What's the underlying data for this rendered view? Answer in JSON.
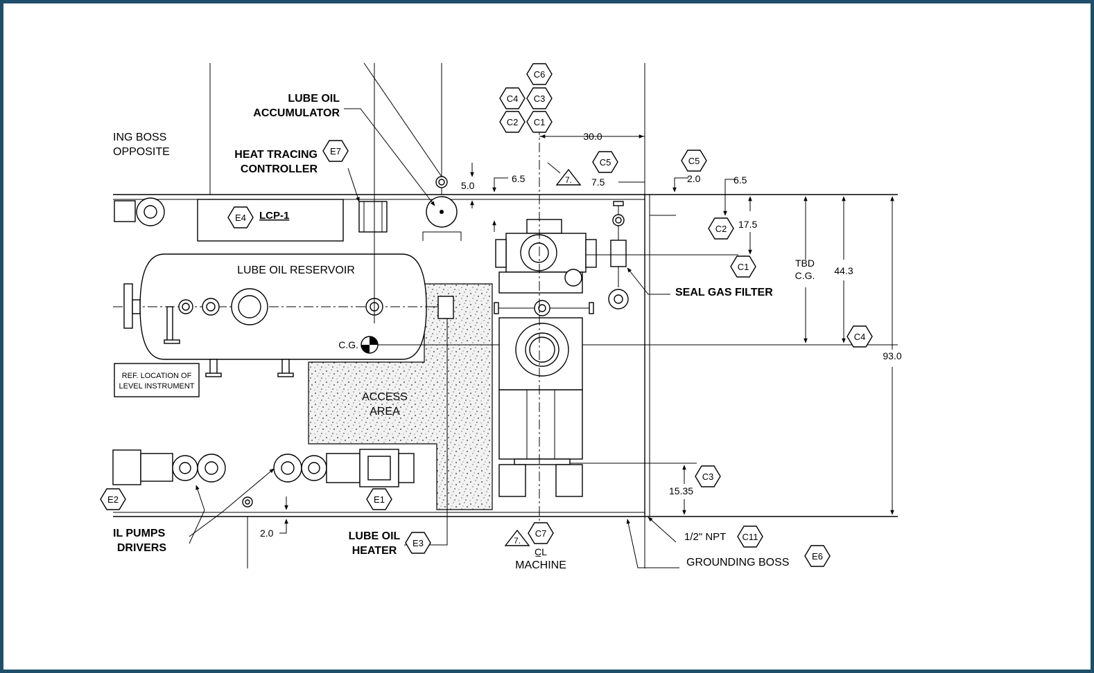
{
  "labels": {
    "lube_oil_accumulator_1": "LUBE OIL",
    "lube_oil_accumulator_2": "ACCUMULATOR",
    "heat_tracing_1": "HEAT TRACING",
    "heat_tracing_2": "CONTROLLER",
    "grounding_partial_1": "ING BOSS",
    "grounding_partial_2": "OPPOSITE",
    "lcp": "LCP-1",
    "reservoir": "LUBE OIL RESERVOIR",
    "cg": "C.G.",
    "ref_location_1": "REF.  LOCATION OF",
    "ref_location_2": "LEVEL INSTRUMENT",
    "access_1": "ACCESS",
    "access_2": "AREA",
    "seal_gas_filter": "SEAL GAS FILTER",
    "tbd": "TBD",
    "tbd_cg": "C.G.",
    "pumps_1": "IL PUMPS",
    "pumps_2": "DRIVERS",
    "lube_oil_heater_1": "LUBE OIL",
    "lube_oil_heater_2": "HEATER",
    "machine_cl": "C̲L",
    "machine": "MACHINE",
    "npt": "1/2\" NPT",
    "grounding_boss": "GROUNDING BOSS"
  },
  "dimensions": {
    "d30": "30.0",
    "d6_5_a": "6.5",
    "d5_0": "5.0",
    "d7_5": "7.5",
    "d2_0_a": "2.0",
    "d6_5_b": "6.5",
    "d17_5": "17.5",
    "d44_3": "44.3",
    "d93_0": "93.0",
    "d15_35": "15.35",
    "d2_0_b": "2.0"
  },
  "tags": {
    "c1": "C1",
    "c2": "C2",
    "c3": "C3",
    "c4": "C4",
    "c5": "C5",
    "c6": "C6",
    "c7": "C7",
    "c11": "C11",
    "e1": "E1",
    "e2": "E2",
    "e3": "E3",
    "e4": "E4",
    "e6": "E6",
    "e7": "E7",
    "note7": "7."
  },
  "colors": {
    "frame_border": "#1f4e6b",
    "line": "#000000"
  }
}
